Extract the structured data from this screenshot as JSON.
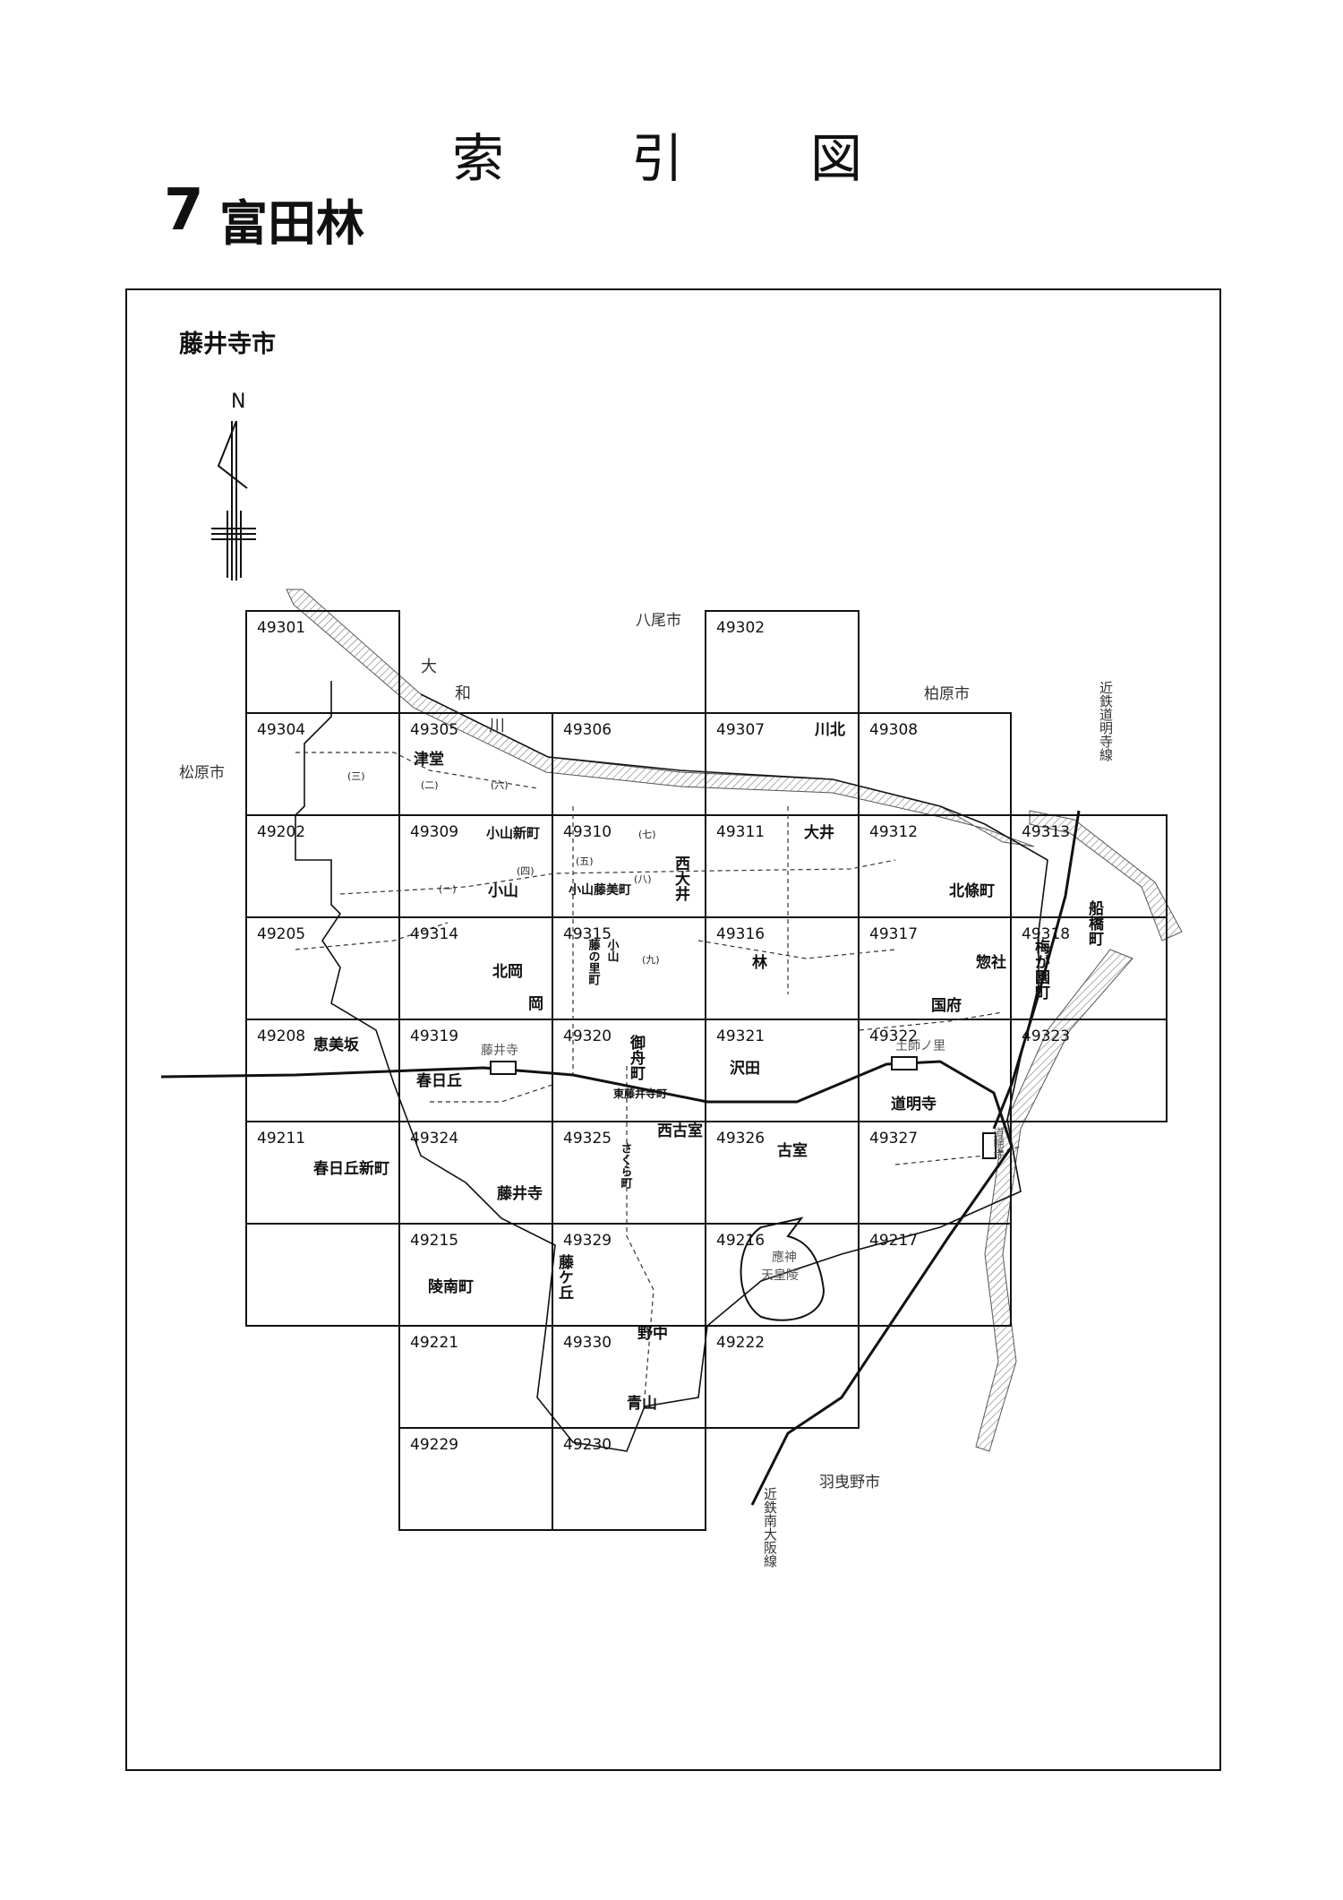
{
  "header": {
    "title_chars": [
      "索",
      "引",
      "図"
    ],
    "section_number": "7",
    "section_name": "富田林"
  },
  "map": {
    "city": "藤井寺市",
    "north_label": "N",
    "tiles": [
      "49301",
      "49302",
      "49304",
      "49305",
      "49306",
      "49307",
      "49308",
      "49202",
      "49309",
      "49310",
      "49311",
      "49312",
      "49313",
      "49205",
      "49314",
      "49315",
      "49316",
      "49317",
      "49318",
      "49208",
      "49319",
      "49320",
      "49321",
      "49322",
      "49323",
      "49211",
      "49324",
      "49325",
      "49326",
      "49327",
      "49215",
      "49329",
      "49216",
      "49217",
      "49221",
      "49330",
      "49222",
      "49229",
      "49230"
    ],
    "municipalities": [
      "八尾市",
      "柏原市",
      "松原市",
      "羽曳野市"
    ],
    "river": [
      "大",
      "和",
      "川"
    ],
    "railways": [
      "近鉄道明寺線",
      "近鉄南大阪線"
    ],
    "stations": [
      "藤井寺",
      "土師ノ里",
      "道明寺"
    ],
    "towns": [
      "津堂",
      "小山新町",
      "小山",
      "小山藤美町",
      "西大井",
      "大井",
      "川北",
      "北條町",
      "北岡",
      "岡",
      "藤の里町",
      "小山",
      "林",
      "惣社",
      "国府",
      "梅が園町",
      "船橋町",
      "恵美坂",
      "春日丘",
      "御舟町",
      "東藤井寺町",
      "沢田",
      "道明寺",
      "春日丘新町",
      "藤井寺",
      "さくら町",
      "西古室",
      "古室",
      "陵南町",
      "藤ケ丘",
      "野中",
      "青山"
    ],
    "sub_numbers": [
      "(一)",
      "(二)",
      "(三)",
      "(四)",
      "(五)",
      "(六)",
      "(七)",
      "(八)",
      "(九)"
    ],
    "landmark": [
      "應神",
      "天皇陵"
    ],
    "colors": {
      "line": "#111111",
      "hatch": "#999999"
    }
  }
}
